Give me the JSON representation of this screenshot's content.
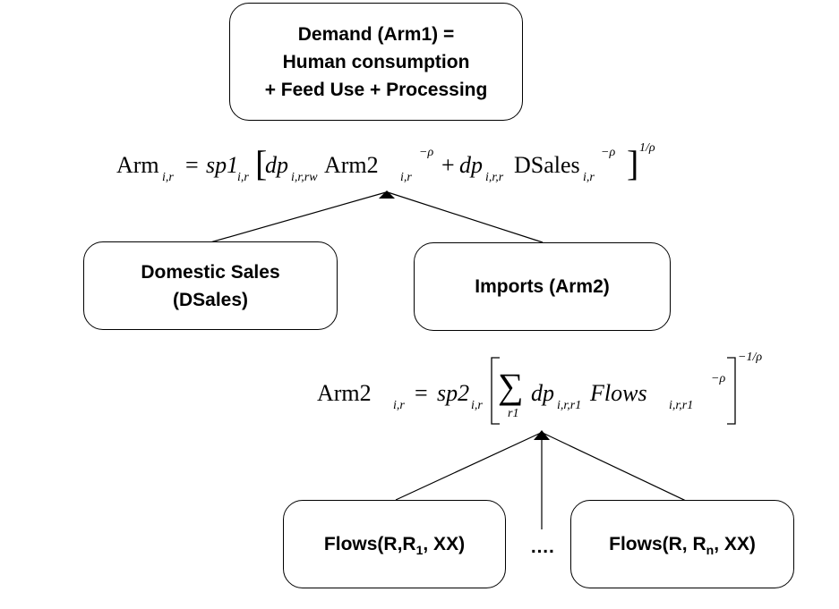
{
  "demand_box": {
    "line1": "Demand (Arm1) =",
    "line2": "Human consumption",
    "line3": "+ Feed Use + Processing"
  },
  "equation1": {
    "lhs": "Arm",
    "lhs_sub": "i,r",
    "eq": "=",
    "coef": "sp1",
    "coef_sub": "i,r",
    "term1_share": "dp",
    "term1_share_sub": "i,r,rw",
    "term1_var": "Arm2",
    "term1_var_sub": "i,r",
    "term1_exp": "−ρ",
    "plus": "+",
    "term2_share": "dp",
    "term2_share_sub": "i,r,r",
    "term2_var": "DSales",
    "term2_var_sub": "i,r",
    "term2_exp": "−ρ",
    "outer_exp": "1/ρ"
  },
  "domestic_box": {
    "line1": "Domestic Sales",
    "line2": "(DSales)"
  },
  "imports_box": {
    "line1": "Imports (Arm2)"
  },
  "equation2": {
    "lhs": "Arm2",
    "lhs_sub": "i,r",
    "eq": "=",
    "coef": "sp2",
    "coef_sub": "i,r",
    "sum": "∑",
    "sum_index": "r1",
    "share": "dp",
    "share_sub": "i,r,r1",
    "var": "Flows",
    "var_sub": "i,r,r1",
    "inner_exp": "−ρ",
    "outer_exp": "−1/ρ"
  },
  "flows_box_1": {
    "prefix": "Flows(R,R",
    "sub": "1",
    "suffix": ", XX)"
  },
  "ellipsis": "….",
  "flows_box_n": {
    "prefix": "Flows(R, R",
    "sub": "n",
    "suffix": ", XX)"
  }
}
